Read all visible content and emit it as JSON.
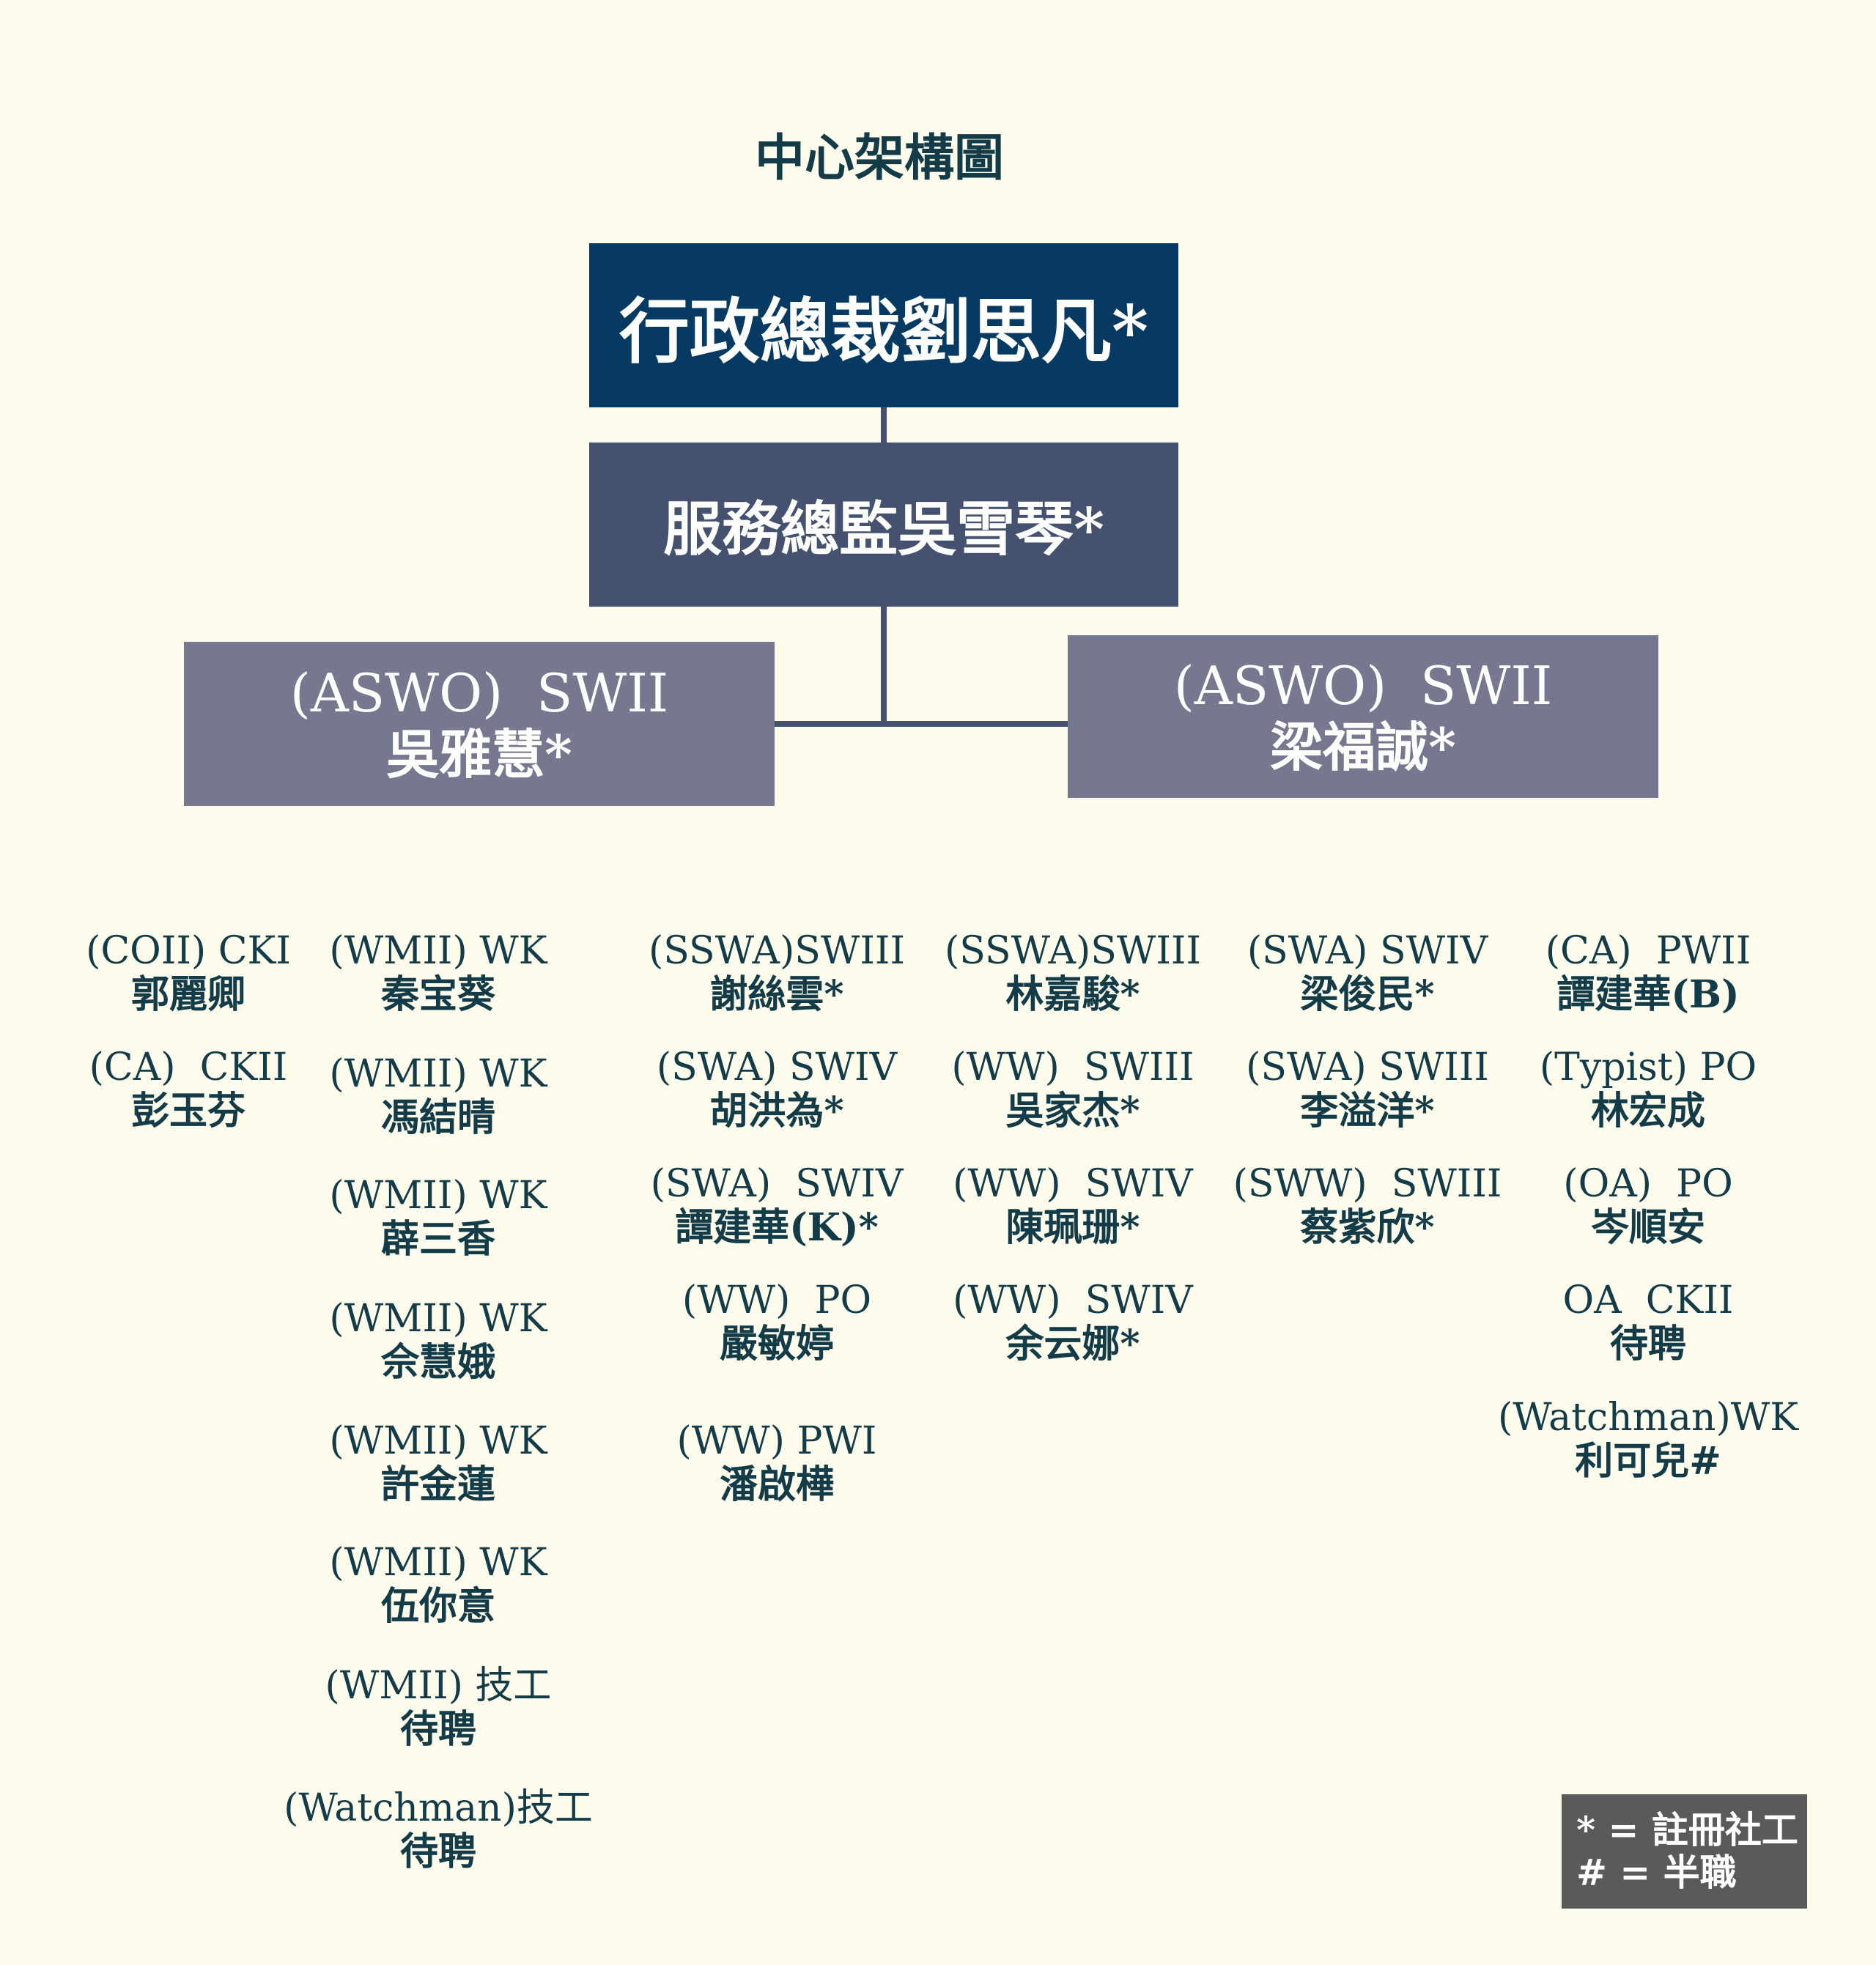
{
  "title": "中心架構圖",
  "ceo": "行政總裁劉思凡*",
  "director": "服務總監吳雪琴*",
  "supervisors": [
    {
      "role": "(ASWO)  SWII",
      "name": "吳雅慧*"
    },
    {
      "role": "(ASWO)  SWII",
      "name": "梁福誠*"
    }
  ],
  "columns": [
    [
      {
        "role": "(COII) CKI",
        "name": "郭麗卿"
      },
      {
        "role": "(CA)  CKII",
        "name": "彭玉芬"
      }
    ],
    [
      {
        "role": "(WMII) WK",
        "name": "秦宝葵"
      },
      {
        "role": "(WMII) WK",
        "name": "馮結晴"
      },
      {
        "role": "(WMII) WK",
        "name": "薜三香"
      },
      {
        "role": "(WMII) WK",
        "name": "佘慧娥"
      },
      {
        "role": "(WMII) WK",
        "name": "許金蓮"
      },
      {
        "role": "(WMII) WK",
        "name": "伍你意"
      },
      {
        "role": "(WMII) 技工",
        "name": "待聘"
      },
      {
        "role": "(Watchman)技工",
        "name": "待聘"
      }
    ],
    [
      {
        "role": "(SSWA)SWIII",
        "name": "謝絲雲*"
      },
      {
        "role": "(SWA) SWIV",
        "name": "胡洪為*"
      },
      {
        "role": "(SWA)  SWIV",
        "name": "譚建華(K)*"
      },
      {
        "role": "(WW)  PO",
        "name": "嚴敏婷"
      },
      {
        "role": "(WW) PWI",
        "name": "潘啟樺"
      }
    ],
    [
      {
        "role": "(SSWA)SWIII",
        "name": "林嘉駿*"
      },
      {
        "role": "(WW)  SWIII",
        "name": "吳家杰*"
      },
      {
        "role": "(WW)  SWIV",
        "name": "陳珮珊*"
      },
      {
        "role": "(WW)  SWIV",
        "name": "余云娜*"
      }
    ],
    [
      {
        "role": "(SWA) SWIV",
        "name": "梁俊民*"
      },
      {
        "role": "(SWA) SWIII",
        "name": "李溢洋*"
      },
      {
        "role": "(SWW)  SWIII",
        "name": "蔡紫欣*"
      }
    ],
    [
      {
        "role": "(CA)  PWII",
        "name": "譚建華(B)"
      },
      {
        "role": "(Typist) PO",
        "name": "林宏成"
      },
      {
        "role": "(OA)  PO",
        "name": "岑順安"
      },
      {
        "role": "OA  CKII",
        "name": "待聘"
      },
      {
        "role": "(Watchman)WK",
        "name": "利可兒#"
      }
    ]
  ],
  "legend": [
    "* = 註冊社工",
    "# = 半職"
  ]
}
